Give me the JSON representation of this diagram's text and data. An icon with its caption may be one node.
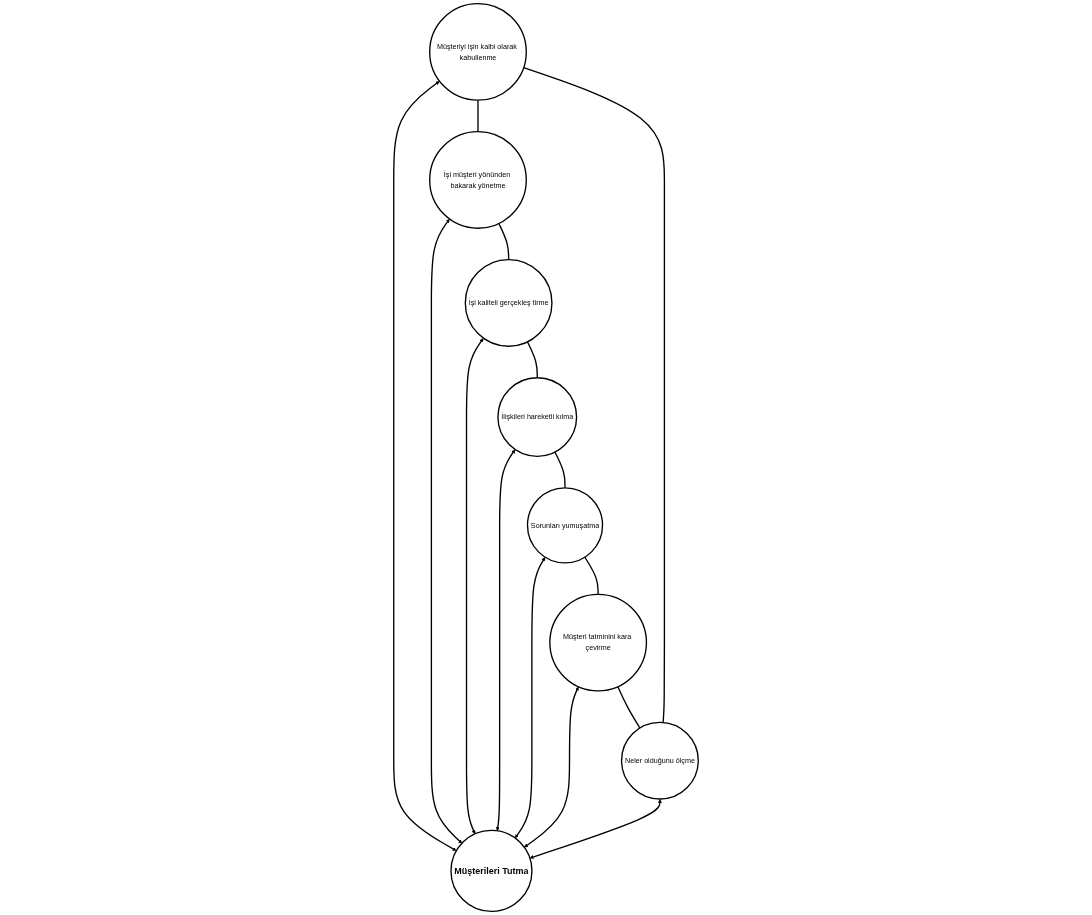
{
  "diagram": {
    "nodes": [
      {
        "text": [
          "Müşterileri Tutma"
        ]
      },
      {
        "text": [
          "Müşteriyi işin kalbi olarak kabullenme"
        ]
      },
      {
        "text": [
          "İşi müşteri yönünden bakarak yönetme"
        ]
      },
      {
        "text": [
          "İşi kaliteli gerçekleş tirme"
        ]
      },
      {
        "text": [
          "İlişkileri hareketli kılma"
        ]
      },
      {
        "text": [
          "Sorunları yumuşatma"
        ]
      },
      {
        "text": [
          "Müşteri tatminini kara çevirme"
        ]
      },
      {
        "text": [
          "Neler olduğunu ölçme"
        ]
      }
    ],
    "edges": [
      {
        "from": 1,
        "to": 0,
        "arrow": "both"
      },
      {
        "from": 2,
        "to": 0,
        "arrow": "both"
      },
      {
        "from": 3,
        "to": 0,
        "arrow": "both"
      },
      {
        "from": 4,
        "to": 0,
        "arrow": "both"
      },
      {
        "from": 5,
        "to": 0,
        "arrow": "both"
      },
      {
        "from": 6,
        "to": 0,
        "arrow": "both"
      },
      {
        "from": 7,
        "to": 0,
        "arrow": "both"
      },
      {
        "from": 1,
        "to": 2,
        "arrow": "none"
      },
      {
        "from": 2,
        "to": 3,
        "arrow": "none"
      },
      {
        "from": 3,
        "to": 4,
        "arrow": "none"
      },
      {
        "from": 4,
        "to": 5,
        "arrow": "none"
      },
      {
        "from": 5,
        "to": 6,
        "arrow": "none"
      },
      {
        "from": 6,
        "to": 7,
        "arrow": "none"
      },
      {
        "from": 7,
        "to": 1,
        "arrow": "none"
      }
    ]
  }
}
